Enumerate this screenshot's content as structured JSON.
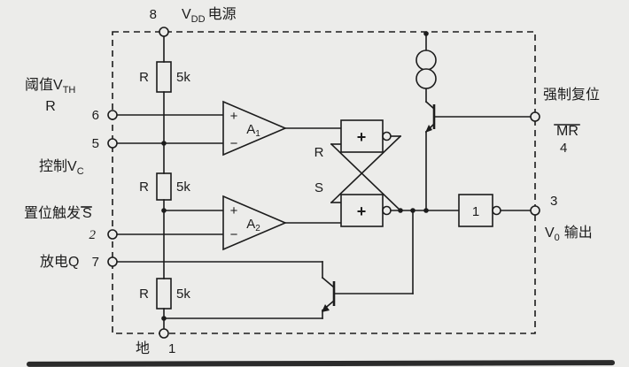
{
  "colors": {
    "paper": "#ececea",
    "ink": "#1c1c1c"
  },
  "power": {
    "pin_number": "8",
    "label_base": "V",
    "label_sub": "DD",
    "label_suffix": "电源"
  },
  "ground": {
    "label": "地",
    "pin_number": "1"
  },
  "left_pins": {
    "threshold": {
      "label_base": "阈值V",
      "label_sub": "TH",
      "line2": "R",
      "pin_number": "6"
    },
    "control": {
      "label_base": "控制V",
      "label_sub": "C",
      "pin_number": "5"
    },
    "set_trigger": {
      "label": "置位触发",
      "signal": "S",
      "pin_number": "2"
    },
    "discharge": {
      "label": "放电Q",
      "pin_number": "7"
    }
  },
  "right_pins": {
    "force_reset": {
      "label": "强制复位",
      "signal": "MR",
      "pin_number": "4"
    },
    "output": {
      "pin_number": "3",
      "label_base": "V",
      "label_sub": "0",
      "label_suffix": "输出"
    }
  },
  "resistors": [
    {
      "name": "R",
      "value": "5k"
    },
    {
      "name": "R",
      "value": "5k"
    },
    {
      "name": "R",
      "value": "5k"
    }
  ],
  "comparators": {
    "plus": "+",
    "minus": "−",
    "a1": {
      "base": "A",
      "sub": "1"
    },
    "a2": {
      "base": "A",
      "sub": "2"
    }
  },
  "flipflop": {
    "r_input": "R",
    "s_input": "S",
    "gate_symbol": "+"
  },
  "output_gate": {
    "symbol": "1"
  }
}
